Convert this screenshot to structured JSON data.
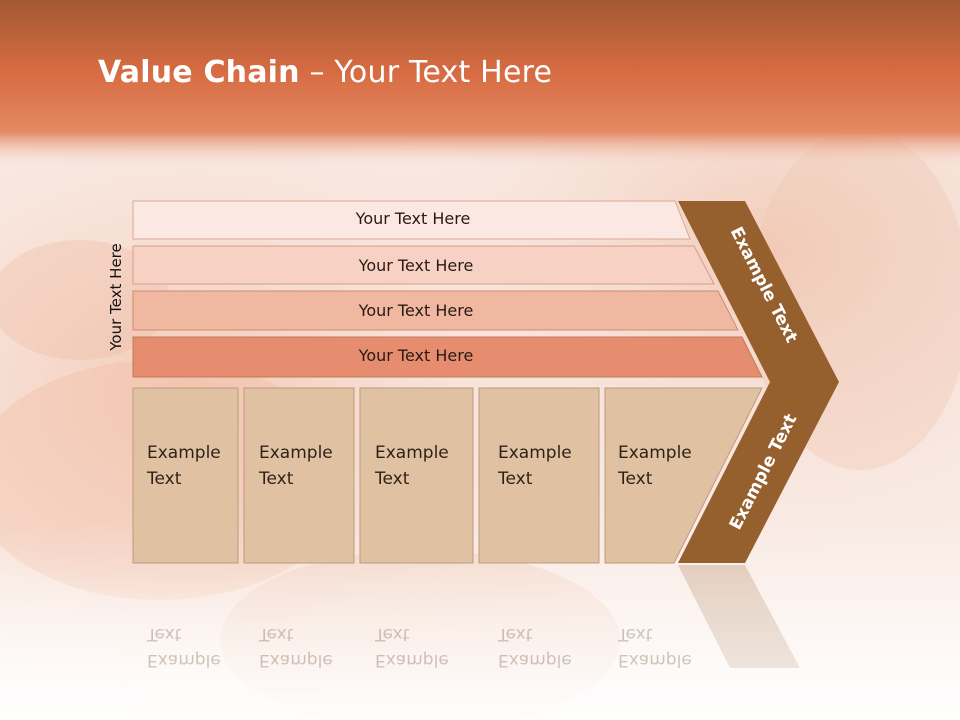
{
  "title": {
    "bold": "Value Chain",
    "rest": " – Your Text Here"
  },
  "side_label": "Your Text Here",
  "bars": [
    {
      "label": "Your Text Here",
      "color": "#fbe8e2"
    },
    {
      "label": "Your Text Here",
      "color": "#f7d2c4"
    },
    {
      "label": "Your Text Here",
      "color": "#f0b8a0"
    },
    {
      "label": "Your Text Here",
      "color": "#e58d6e"
    }
  ],
  "cells": [
    {
      "line1": "Example",
      "line2": "Text"
    },
    {
      "line1": "Example",
      "line2": "Text"
    },
    {
      "line1": "Example",
      "line2": "Text"
    },
    {
      "line1": "Example",
      "line2": "Text"
    },
    {
      "line1": "Example",
      "line2": "Text"
    }
  ],
  "chevron": {
    "upper": "Example Text",
    "lower": "Example Text",
    "color": "#96602e"
  },
  "colors": {
    "header": "#d7693f",
    "cell": "#e0c2a3"
  }
}
